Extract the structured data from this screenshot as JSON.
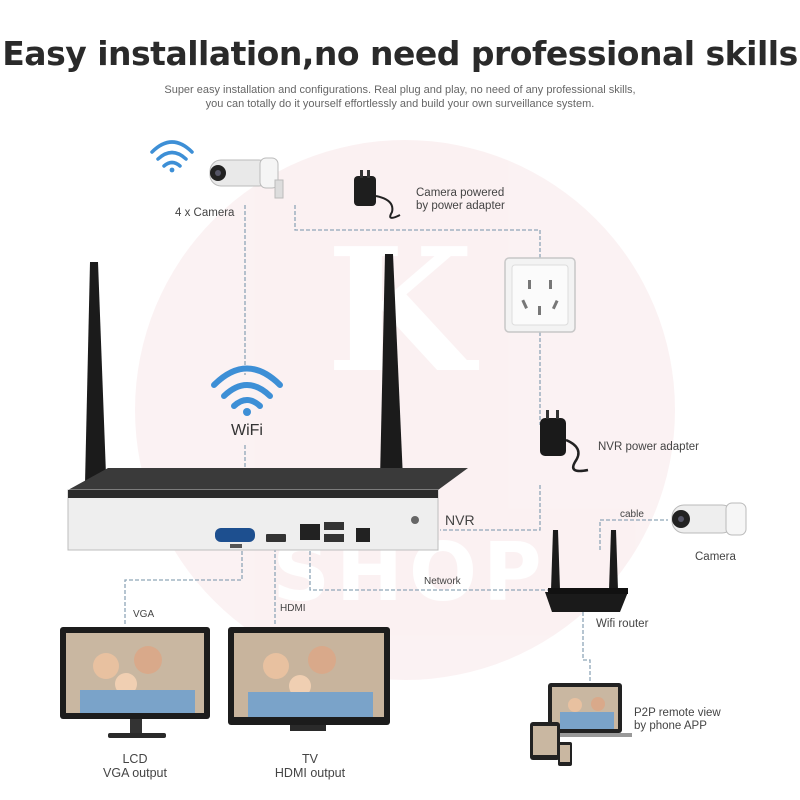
{
  "title": "Easy installation,no need professional skills",
  "subtitle_line1": "Super easy installation and configurations. Real plug and play, no need of any professional skills,",
  "subtitle_line2": "you can totally do it yourself effortlessly and build your own surveillance system.",
  "labels": {
    "cameras": "4 x Camera",
    "camera_powered_1": "Camera powered",
    "camera_powered_2": "by power adapter",
    "wifi": "WiFi",
    "nvr_adapter": "NVR power adapter",
    "nvr": "NVR",
    "cable": "cable",
    "camera": "Camera",
    "network": "Network",
    "vga": "VGA",
    "hdmi": "HDMI",
    "router": "Wifi router",
    "lcd_1": "LCD",
    "lcd_2": "VGA output",
    "tv_1": "TV",
    "tv_2": "HDMI output",
    "p2p_1": "P2P remote view",
    "p2p_2": "by phone APP"
  },
  "watermark": "K SHOP",
  "colors": {
    "line": "#8fa6b8",
    "wifi": "#3d8fd6",
    "device": "#222222"
  }
}
